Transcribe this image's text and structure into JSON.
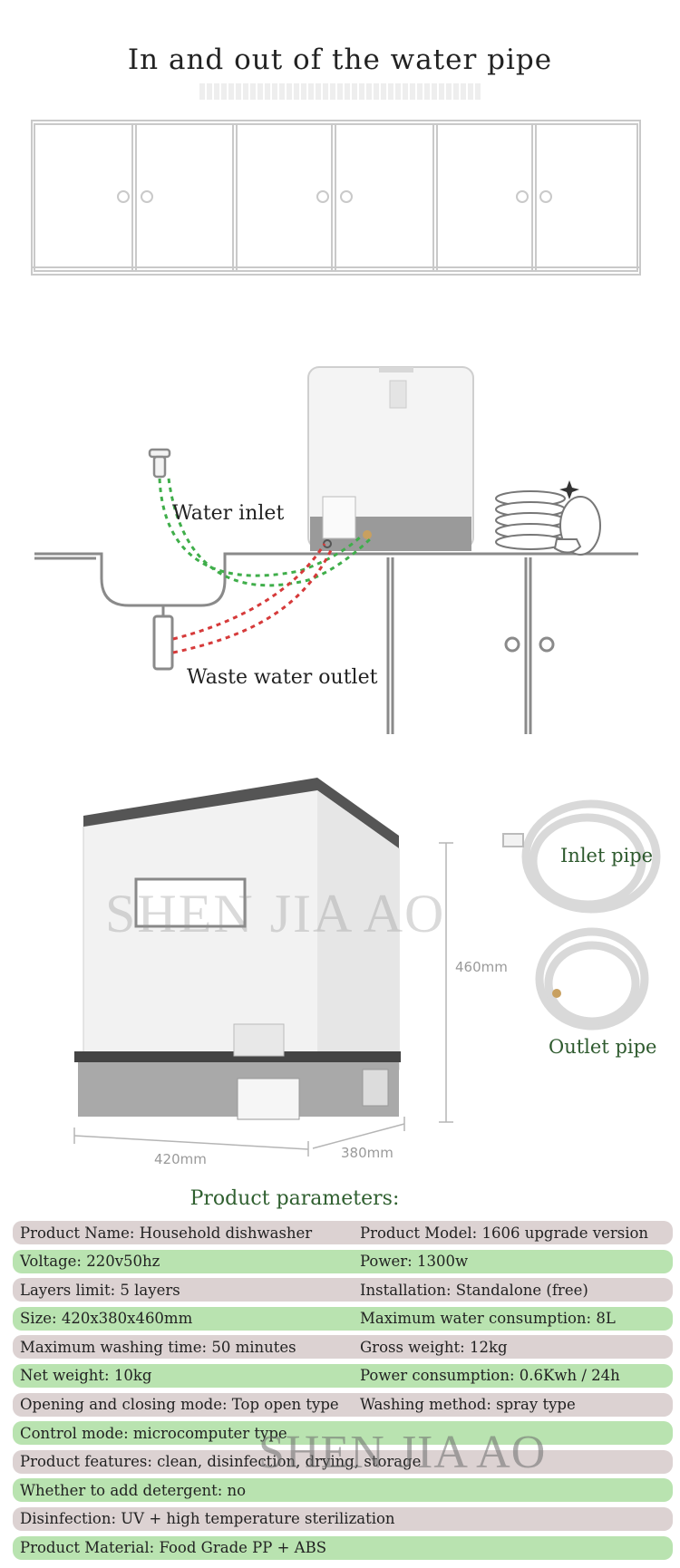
{
  "header": {
    "title": "In and out of the water pipe"
  },
  "install_diagram": {
    "inlet_label": "Water inlet",
    "outlet_label": "Waste water outlet"
  },
  "product_view": {
    "watermark": "SHEN JIA AO",
    "height_dim": "460mm",
    "width_dim": "420mm",
    "depth_dim": "380mm",
    "inlet_pipe_label": "Inlet pipe",
    "outlet_pipe_label": "Outlet pipe"
  },
  "parameters": {
    "title": "Product parameters:",
    "rows": [
      {
        "color": "grey",
        "left": "Product Name: Household dishwasher",
        "right": "Product Model: 1606 upgrade version"
      },
      {
        "color": "green",
        "left": "Voltage: 220v50hz",
        "right": "Power: 1300w"
      },
      {
        "color": "grey",
        "left": "Layers limit: 5 layers",
        "right": "Installation: Standalone (free)"
      },
      {
        "color": "green",
        "left": "Size: 420x380x460mm",
        "right": "Maximum water consumption: 8L"
      },
      {
        "color": "grey",
        "left": "Maximum washing time: 50 minutes",
        "right": " Gross weight: 12kg"
      },
      {
        "color": "green",
        "left": "Net weight: 10kg",
        "right": " Power consumption: 0.6Kwh / 24h"
      },
      {
        "color": "grey",
        "left": "Opening and closing mode: Top open type",
        "right": " Washing method: spray type"
      },
      {
        "color": "green",
        "full": "Control mode: microcomputer type"
      },
      {
        "color": "grey",
        "full": "Product features: clean, disinfection, drying, storage"
      },
      {
        "color": "green",
        "full": "Whether to add detergent: no"
      },
      {
        "color": "grey",
        "full": "Disinfection: UV + high temperature sterilization"
      },
      {
        "color": "green",
        "full": "Product Material: Food Grade PP + ABS"
      }
    ],
    "watermark": "SHEN JIA AO"
  },
  "colors": {
    "inlet_line": "#3fae4a",
    "outlet_line": "#d63a3a",
    "param_green": "#b9e3b0",
    "param_grey": "#dcd2d2"
  }
}
